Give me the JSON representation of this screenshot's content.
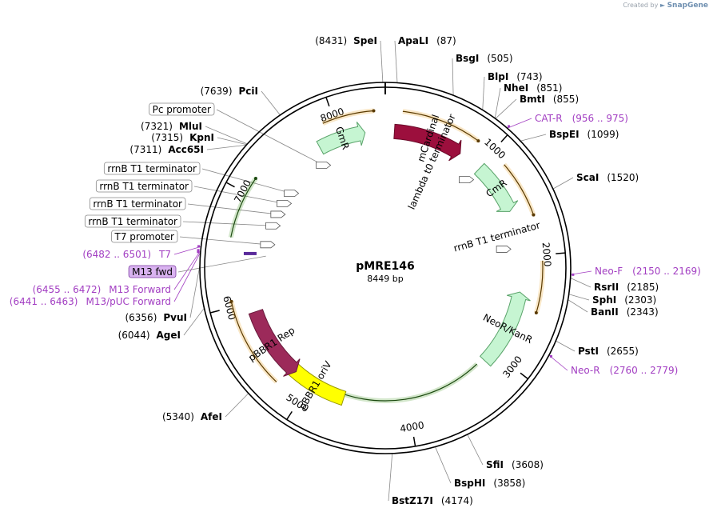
{
  "credit": {
    "prefix": "Created by",
    "brand": "SnapGene"
  },
  "plasmid": {
    "name": "pMRE146",
    "size": "8449 bp",
    "length": 8449
  },
  "ticks": [
    {
      "pos": 1000,
      "label": "1000"
    },
    {
      "pos": 2000,
      "label": "2000"
    },
    {
      "pos": 3000,
      "label": "3000"
    },
    {
      "pos": 4000,
      "label": "4000"
    },
    {
      "pos": 5000,
      "label": "5000"
    },
    {
      "pos": 6000,
      "label": "6000"
    },
    {
      "pos": 7000,
      "label": "7000"
    },
    {
      "pos": 8000,
      "label": "8000"
    }
  ],
  "sites": [
    {
      "name": "SpeI",
      "coord": "(8431)",
      "pos": 8431,
      "side": "L"
    },
    {
      "name": "ApaLI",
      "coord": "(87)",
      "pos": 87,
      "side": "R"
    },
    {
      "name": "BsgI",
      "coord": "(505)",
      "pos": 505,
      "side": "R"
    },
    {
      "name": "BlpI",
      "coord": "(743)",
      "pos": 743,
      "side": "R"
    },
    {
      "name": "NheI",
      "coord": "(851)",
      "pos": 851,
      "side": "R"
    },
    {
      "name": "BmtI",
      "coord": "(855)",
      "pos": 855,
      "side": "R"
    },
    {
      "name": "BspEI",
      "coord": "(1099)",
      "pos": 1099,
      "side": "R"
    },
    {
      "name": "ScaI",
      "coord": "(1520)",
      "pos": 1520,
      "side": "R"
    },
    {
      "name": "RsrII",
      "coord": "(2185)",
      "pos": 2185,
      "side": "R"
    },
    {
      "name": "SphI",
      "coord": "(2303)",
      "pos": 2303,
      "side": "R"
    },
    {
      "name": "BanII",
      "coord": "(2343)",
      "pos": 2343,
      "side": "R"
    },
    {
      "name": "PstI",
      "coord": "(2655)",
      "pos": 2655,
      "side": "R"
    },
    {
      "name": "SfiI",
      "coord": "(3608)",
      "pos": 3608,
      "side": "R"
    },
    {
      "name": "BspHI",
      "coord": "(3858)",
      "pos": 3858,
      "side": "R"
    },
    {
      "name": "BstZ17I",
      "coord": "(4174)",
      "pos": 4174,
      "side": "R"
    },
    {
      "name": "AfeI",
      "coord": "(5340)",
      "pos": 5340,
      "side": "L"
    },
    {
      "name": "AgeI",
      "coord": "(6044)",
      "pos": 6044,
      "side": "L"
    },
    {
      "name": "PvuI",
      "coord": "(6356)",
      "pos": 6356,
      "side": "L"
    },
    {
      "name": "Acc65I",
      "coord": "(7311)",
      "pos": 7311,
      "side": "L"
    },
    {
      "name": "KpnI",
      "coord": "(7315)",
      "pos": 7315,
      "side": "L"
    },
    {
      "name": "MluI",
      "coord": "(7321)",
      "pos": 7321,
      "side": "L"
    },
    {
      "name": "PciI",
      "coord": "(7639)",
      "pos": 7639,
      "side": "L"
    }
  ],
  "primers": [
    {
      "name": "CAT-R",
      "coord": "(956 .. 975)",
      "pos": 965
    },
    {
      "name": "Neo-F",
      "coord": "(2150 .. 2169)",
      "pos": 2160
    },
    {
      "name": "Neo-R",
      "coord": "(2760 .. 2779)",
      "pos": 2770
    },
    {
      "name": "T7",
      "coord": "(6482 .. 6501)",
      "pos": 6492
    },
    {
      "name": "M13 Forward",
      "coord": "(6455 .. 6472)",
      "pos": 6464
    },
    {
      "name": "M13/pUC Forward",
      "coord": "(6441 .. 6463)",
      "pos": 6452
    }
  ],
  "boxed_labels": [
    {
      "text": "Pc promoter",
      "pos": 7720
    },
    {
      "text": "rrnB T1 terminator",
      "pos": 7240
    },
    {
      "text": "rrnB T1 terminator",
      "pos": 7100
    },
    {
      "text": "rrnB T1 terminator",
      "pos": 6960
    },
    {
      "text": "rrnB T1 terminator",
      "pos": 6820
    },
    {
      "text": "T7 promoter",
      "pos": 6600
    },
    {
      "text": "M13 fwd",
      "pos": 6470,
      "highlight": true
    }
  ],
  "features": [
    {
      "name": "GmR",
      "start": 7780,
      "end": 8250,
      "color": "#c6f5d2",
      "stroke": "#5aa36a",
      "dir": 1,
      "text_color": "#000"
    },
    {
      "name": "mCardinal",
      "start": 90,
      "end": 780,
      "color": "#9c0f3d",
      "stroke": "#6a0a29",
      "dir": 1,
      "text_color": "#ffffff"
    },
    {
      "name": "CmR",
      "start": 1020,
      "end": 1540,
      "color": "#c6f5d2",
      "stroke": "#5aa36a",
      "dir": 1,
      "text_color": "#000"
    },
    {
      "name": "NeoR/KanR",
      "start": 2350,
      "end": 3120,
      "color": "#c6f5d2",
      "stroke": "#5aa36a",
      "dir": -1,
      "text_color": "#000"
    },
    {
      "name": "pBBR1 oriV",
      "start": 4640,
      "end": 5250,
      "color": "#ffff00",
      "stroke": "#999900",
      "dir": 0,
      "text_color": "#000"
    },
    {
      "name": "pBBR1 Rep",
      "start": 5180,
      "end": 5900,
      "color": "#9c2a5a",
      "stroke": "#6a1a3c",
      "dir": -1,
      "text_color": "#000"
    }
  ],
  "feature_text": [
    {
      "text": "lambda t0 terminator",
      "pos": 560
    },
    {
      "text": "rrnB T1 terminator",
      "pos": 1750
    }
  ],
  "orf_arcs": [
    {
      "start": 150,
      "end": 850,
      "color": "#e8a020",
      "r": 197
    },
    {
      "start": 1150,
      "end": 1650,
      "color": "#e8a020",
      "r": 197
    },
    {
      "start": 2050,
      "end": 2500,
      "color": "#e8a020",
      "r": 197
    },
    {
      "start": 2650,
      "end": 3050,
      "color": "#4a9a2a",
      "r": 166
    },
    {
      "start": 3200,
      "end": 4850,
      "color": "#4a9a2a",
      "r": 166
    },
    {
      "start": 5000,
      "end": 5700,
      "color": "#4a9a2a",
      "r": 166
    },
    {
      "start": 5250,
      "end": 6050,
      "color": "#e8a020",
      "r": 197
    },
    {
      "start": 6600,
      "end": 7150,
      "color": "#4a9a2a",
      "r": 197
    },
    {
      "start": 7900,
      "end": 8350,
      "color": "#e8a020",
      "r": 197
    }
  ]
}
